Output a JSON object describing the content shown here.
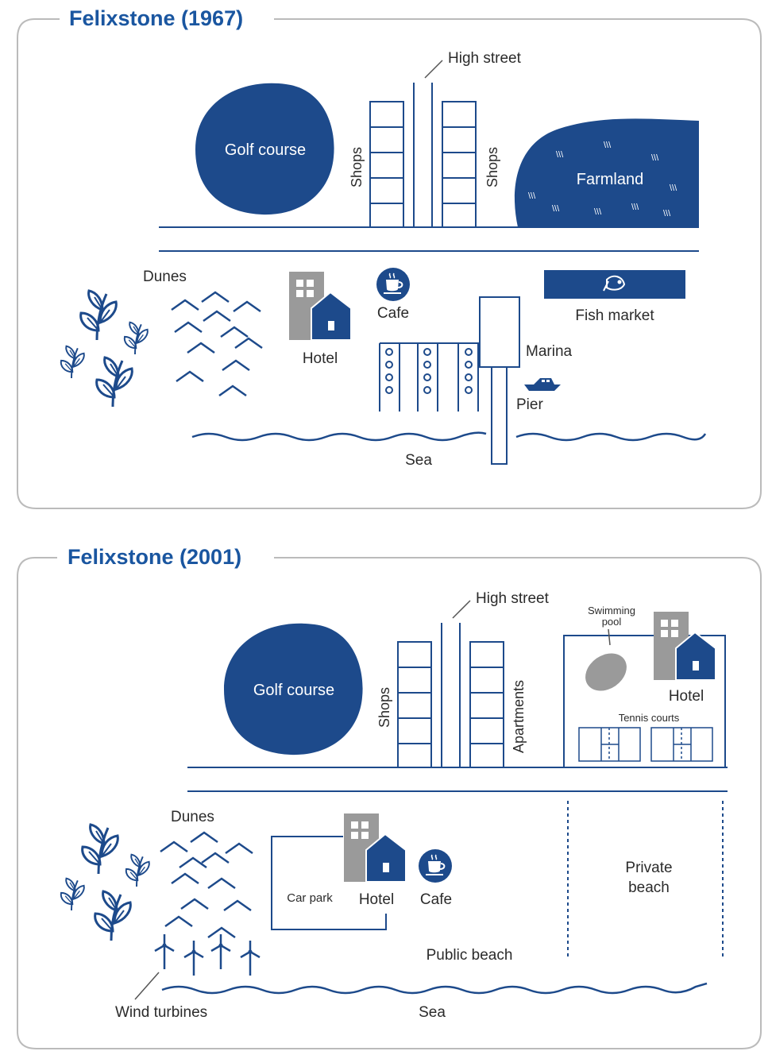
{
  "colors": {
    "navy": "#1d4a8b",
    "title_blue": "#1a56a0",
    "grey": "#999999",
    "frame": "#bbbbbb",
    "text": "#2b2b2b"
  },
  "map_1967": {
    "title": "Felixstone (1967)",
    "labels": {
      "high_street": "High street",
      "golf_course": "Golf course",
      "shops_left": "Shops",
      "shops_right": "Shops",
      "farmland": "Farmland",
      "dunes": "Dunes",
      "hotel": "Hotel",
      "cafe": "Cafe",
      "fish_market": "Fish market",
      "marina": "Marina",
      "pier": "Pier",
      "sea": "Sea"
    }
  },
  "map_2001": {
    "title": "Felixstone (2001)",
    "labels": {
      "high_street": "High street",
      "golf_course": "Golf course",
      "shops": "Shops",
      "apartments": "Apartments",
      "swimming_pool_line1": "Swimming",
      "swimming_pool_line2": "pool",
      "hotel_top": "Hotel",
      "tennis_courts": "Tennis courts",
      "dunes": "Dunes",
      "car_park": "Car park",
      "hotel": "Hotel",
      "cafe": "Cafe",
      "private_beach_line1": "Private",
      "private_beach_line2": "beach",
      "public_beach": "Public beach",
      "wind_turbines": "Wind turbines",
      "sea": "Sea"
    }
  },
  "icons": [
    "shrub-icon",
    "dunes-icon",
    "hotel-icon",
    "cafe-icon",
    "fish-icon",
    "boat-icon",
    "wind-turbine-icon"
  ]
}
